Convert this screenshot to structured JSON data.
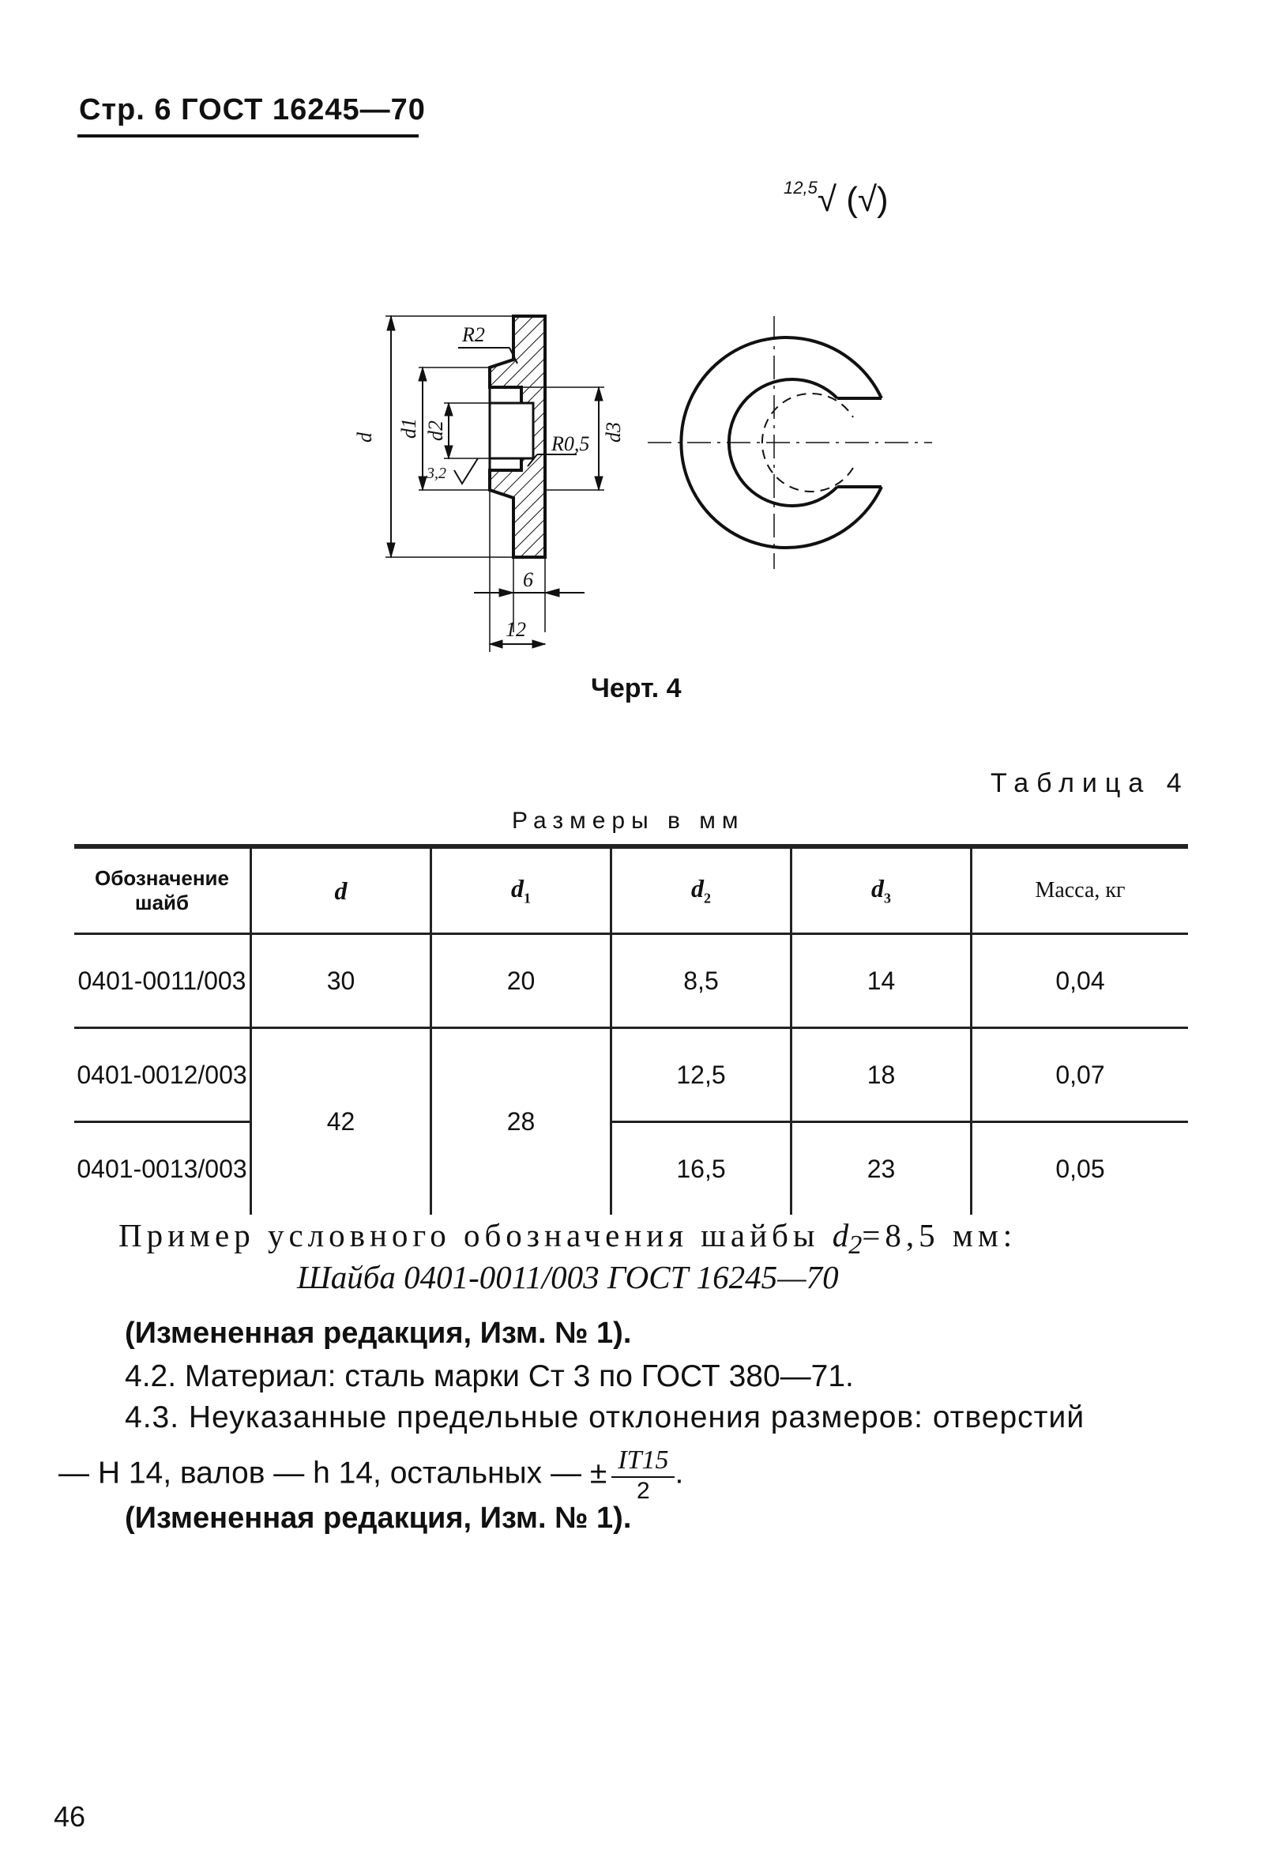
{
  "header": {
    "text": "Стр. 6 ГОСТ 16245—70"
  },
  "roughness": {
    "value": "12,5",
    "symbol": "√",
    "paren": "(√)"
  },
  "drawing": {
    "labels": {
      "r2": "R2",
      "r05": "R0,5",
      "d": "d",
      "d1": "d1",
      "d2": "d2",
      "d3": "d3",
      "rough": "3,2",
      "dim6": "6",
      "dim12": "12"
    }
  },
  "caption": "Черт. 4",
  "table": {
    "title": "Таблица 4",
    "units": "Размеры в мм",
    "headers": {
      "designation": "Обозначение шайб",
      "d": "d",
      "d1": "d",
      "d1_sub": "1",
      "d2": "d",
      "d2_sub": "2",
      "d3": "d",
      "d3_sub": "3",
      "mass": "Масса, кг"
    },
    "rows": [
      {
        "designation": "0401-0011/003",
        "d": "30",
        "d1": "20",
        "d2": "8,5",
        "d3": "14",
        "mass": "0,04"
      },
      {
        "designation": "0401-0012/003",
        "d": "42",
        "d1": "28",
        "d2": "12,5",
        "d3": "18",
        "mass": "0,07"
      },
      {
        "designation": "0401-0013/003",
        "d2": "16,5",
        "d3": "23",
        "mass": "0,05"
      }
    ]
  },
  "text": {
    "example_lead": "Пример условного обозначения шайбы",
    "example_var": "d",
    "example_sub": "2",
    "example_value": "=8,5 мм:",
    "example_designation": "Шайба 0401-0011/003 ГОСТ 16245—70",
    "edit1": "(Измененная редакция, Изм. № 1).",
    "p42": "4.2. Материал: сталь марки Ст 3 по ГОСТ 380—71.",
    "p43_line1": "4.3. Неуказанные предельные отклонения размеров: отверстий",
    "p43_line2_a": "— H 14, валов — h 14, остальных —",
    "p43_pm": "±",
    "p43_num": "IT15",
    "p43_den": "2",
    "p43_end": ".",
    "edit2": "(Измененная редакция, Изм. № 1)."
  },
  "page_number": "46"
}
